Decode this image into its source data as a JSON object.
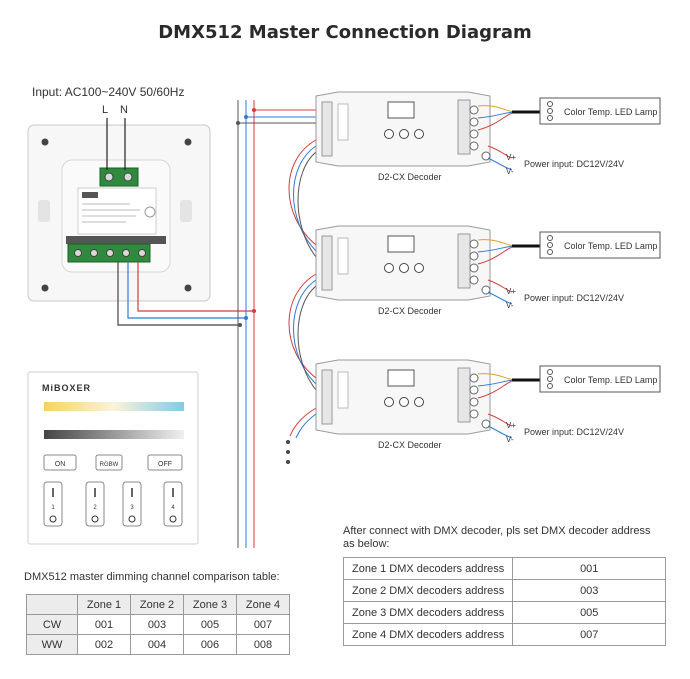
{
  "title": "DMX512 Master Connection Diagram",
  "input_label": "Input: AC100~240V 50/60Hz",
  "terminal_L": "L",
  "terminal_N": "N",
  "panel": {
    "brand": "MiBOXER",
    "on_label": "ON",
    "off_label": "OFF",
    "scene_label": "RGBW",
    "zones": [
      "1",
      "2",
      "3",
      "4"
    ]
  },
  "decoders": [
    {
      "name": "D2-CX Decoder",
      "lamp": "Color Temp. LED Lamp",
      "power": "Power input: DC12V/24V"
    },
    {
      "name": "D2-CX Decoder",
      "lamp": "Color Temp. LED Lamp",
      "power": "Power input: DC12V/24V"
    },
    {
      "name": "D2-CX Decoder",
      "lamp": "Color Temp. LED Lamp",
      "power": "Power input: DC12V/24V"
    }
  ],
  "vplus": "V+",
  "vminus": "V-",
  "master_table": {
    "caption": "DMX512 master dimming channel comparison table:",
    "headers": [
      "",
      "Zone 1",
      "Zone 2",
      "Zone 3",
      "Zone 4"
    ],
    "rows": [
      {
        "label": "CW",
        "values": [
          "001",
          "003",
          "005",
          "007"
        ]
      },
      {
        "label": "WW",
        "values": [
          "002",
          "004",
          "006",
          "008"
        ]
      }
    ]
  },
  "address_note": "After connect with DMX decoder, pls set DMX decoder address as below:",
  "address_table": [
    {
      "zone": "Zone 1 DMX decoders address",
      "address": "001"
    },
    {
      "zone": "Zone 2 DMX decoders address",
      "address": "003"
    },
    {
      "zone": "Zone 3 DMX decoders address",
      "address": "005"
    },
    {
      "zone": "Zone 4 DMX decoders address",
      "address": "007"
    }
  ]
}
